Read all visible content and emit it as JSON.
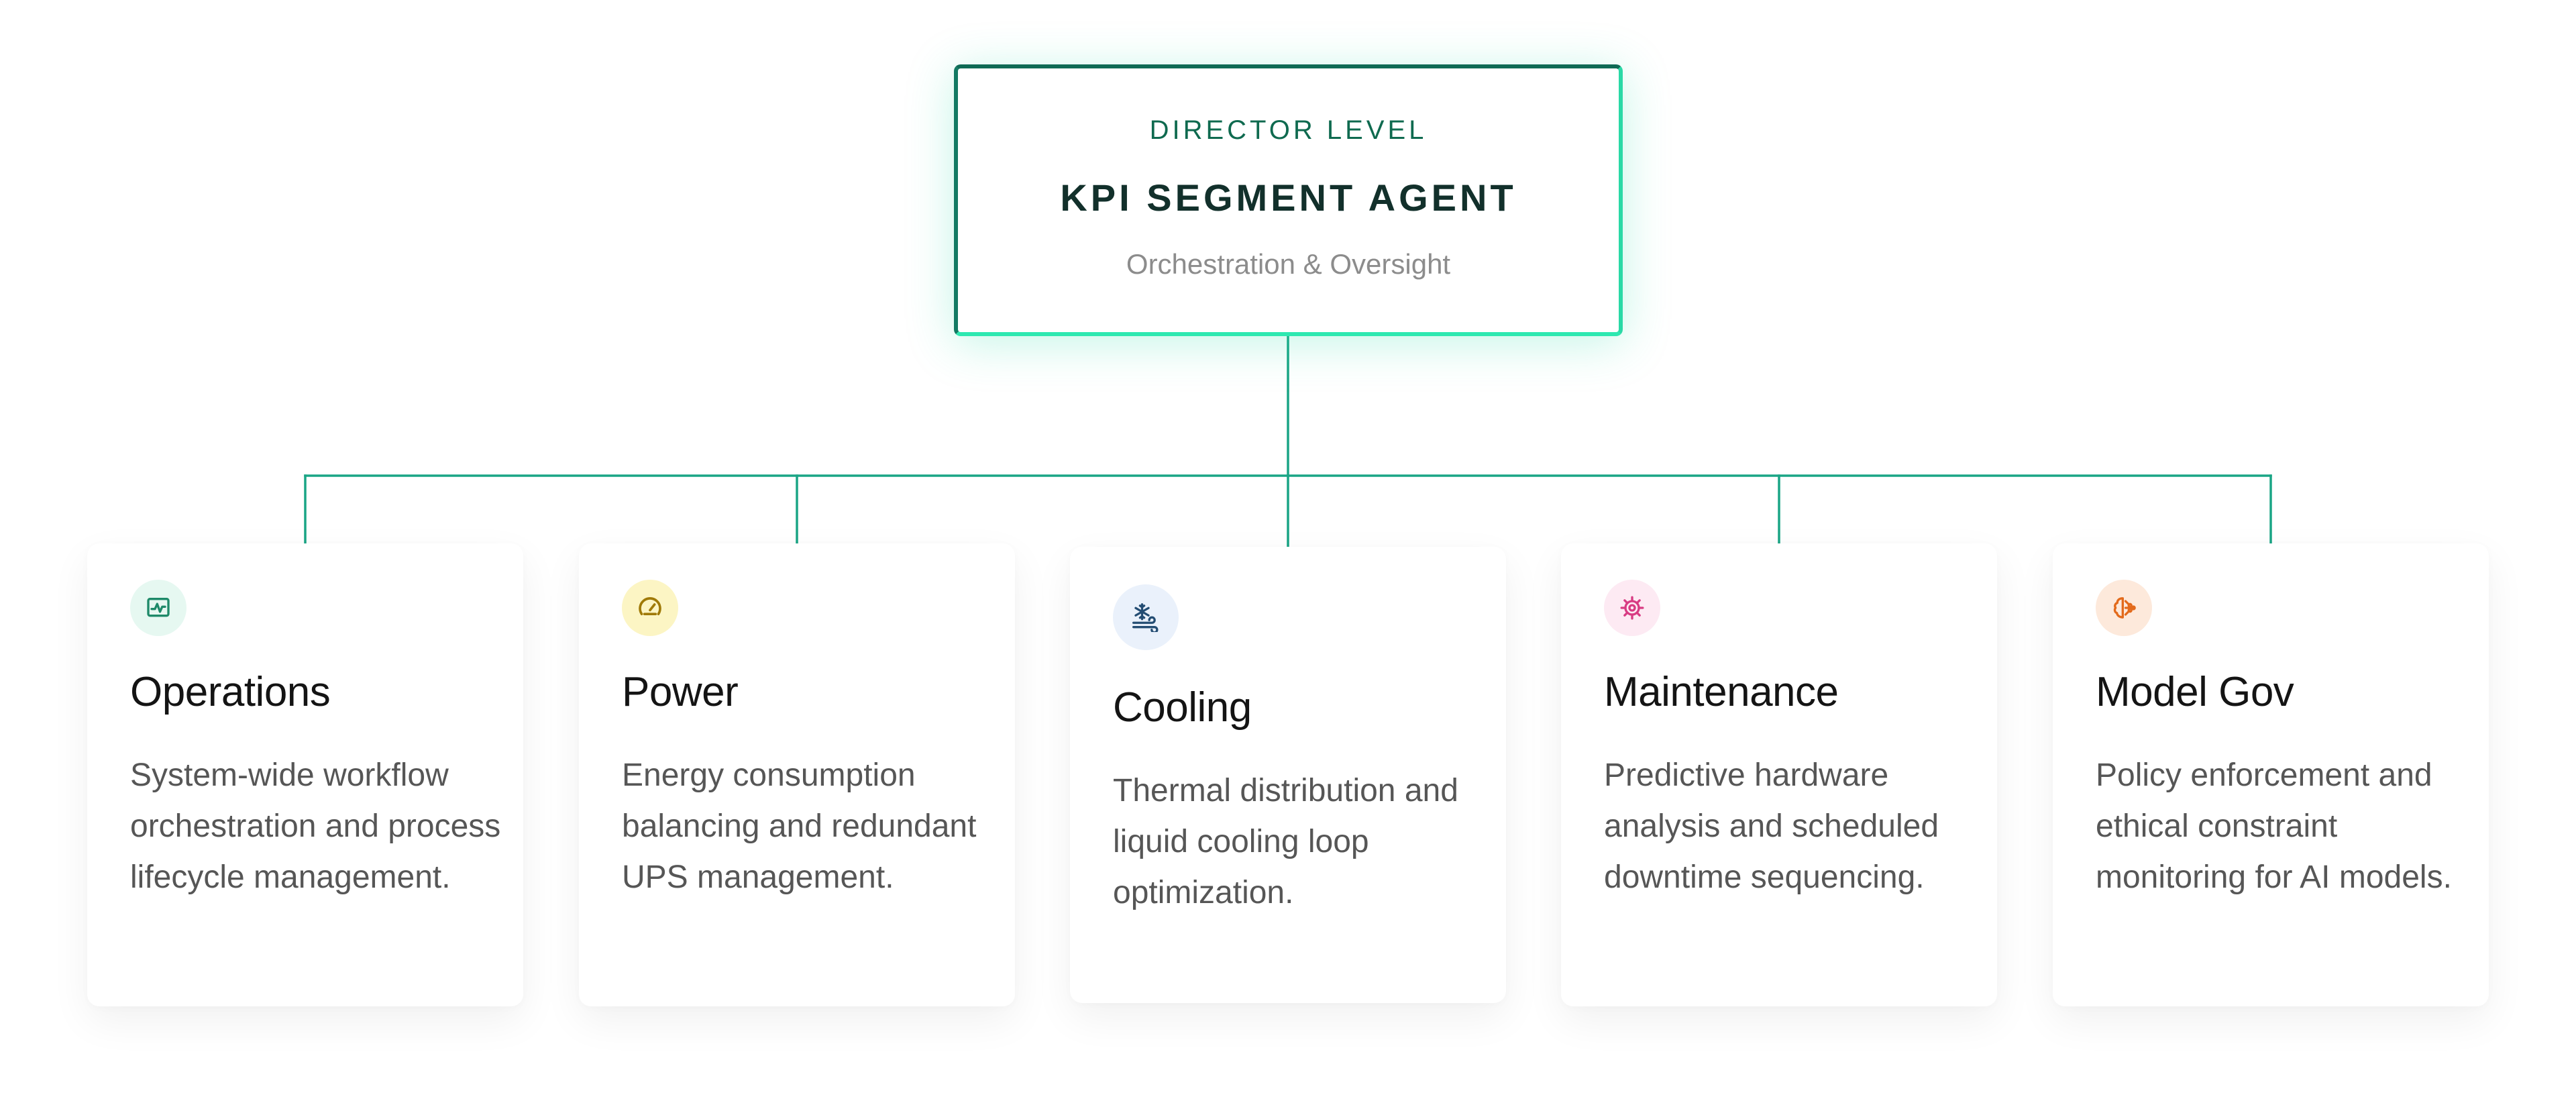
{
  "director": {
    "level": "DIRECTOR LEVEL",
    "title": "KPI SEGMENT AGENT",
    "subtitle": "Orchestration & Oversight"
  },
  "colors": {
    "accent": "#1aa585",
    "accent_glow": "#2de8b0",
    "title_text": "#12302b",
    "level_text": "#0f6a4f"
  },
  "agents": [
    {
      "title": "Operations",
      "description": "System-wide workflow orchestration and process lifecycle management.",
      "icon": "activity-chart-icon",
      "icon_color": "#1e8a69",
      "icon_bg": "#e6f8f1"
    },
    {
      "title": "Power",
      "description": "Energy consumption balancing and redundant UPS management.",
      "icon": "gauge-icon",
      "icon_color": "#a07a08",
      "icon_bg": "#fcf5c4"
    },
    {
      "title": "Cooling",
      "description": "Thermal distribution and liquid cooling loop optimization.",
      "icon": "snowflake-wind-icon",
      "icon_color": "#244d73",
      "icon_bg": "#eaf1fb"
    },
    {
      "title": "Maintenance",
      "description": "Predictive hardware analysis and scheduled downtime sequencing.",
      "icon": "gear-icon",
      "icon_color": "#d83b83",
      "icon_bg": "#fdeaf3"
    },
    {
      "title": "Model Gov",
      "description": "Policy enforcement and ethical constraint monitoring for AI models.",
      "icon": "brain-icon",
      "icon_color": "#e36a1b",
      "icon_bg": "#fde9db"
    }
  ]
}
